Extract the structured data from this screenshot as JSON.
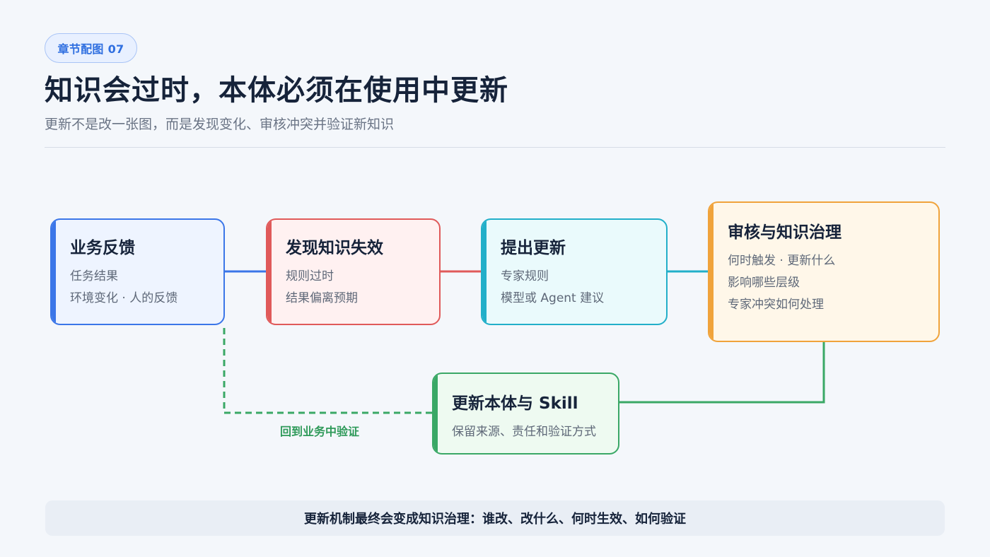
{
  "badge": "章节配图 07",
  "title": "知识会过时，本体必须在使用中更新",
  "subtitle": "更新不是改一张图，而是发现变化、审核冲突并验证新知识",
  "nodes": {
    "feedback": {
      "title": "业务反馈",
      "lines": [
        "任务结果",
        "环境变化 · 人的反馈"
      ]
    },
    "failure": {
      "title": "发现知识失效",
      "lines": [
        "规则过时",
        "结果偏离预期"
      ]
    },
    "propose": {
      "title": "提出更新",
      "lines": [
        "专家规则",
        "模型或 Agent 建议"
      ]
    },
    "review": {
      "title": "审核与知识治理",
      "lines": [
        "何时触发 · 更新什么",
        "影响哪些层级",
        "专家冲突如何处理"
      ]
    },
    "update": {
      "title": "更新本体与 Skill",
      "lines": [
        "保留来源、责任和验证方式"
      ]
    }
  },
  "loop_label": "回到业务中验证",
  "footer": "更新机制最终会变成知识治理：谁改、改什么、何时生效、如何验证",
  "colors": {
    "feedback": "#3b76e8",
    "failure": "#e05a5a",
    "propose": "#22afc9",
    "review": "#f0a33b",
    "update": "#3aa866"
  }
}
